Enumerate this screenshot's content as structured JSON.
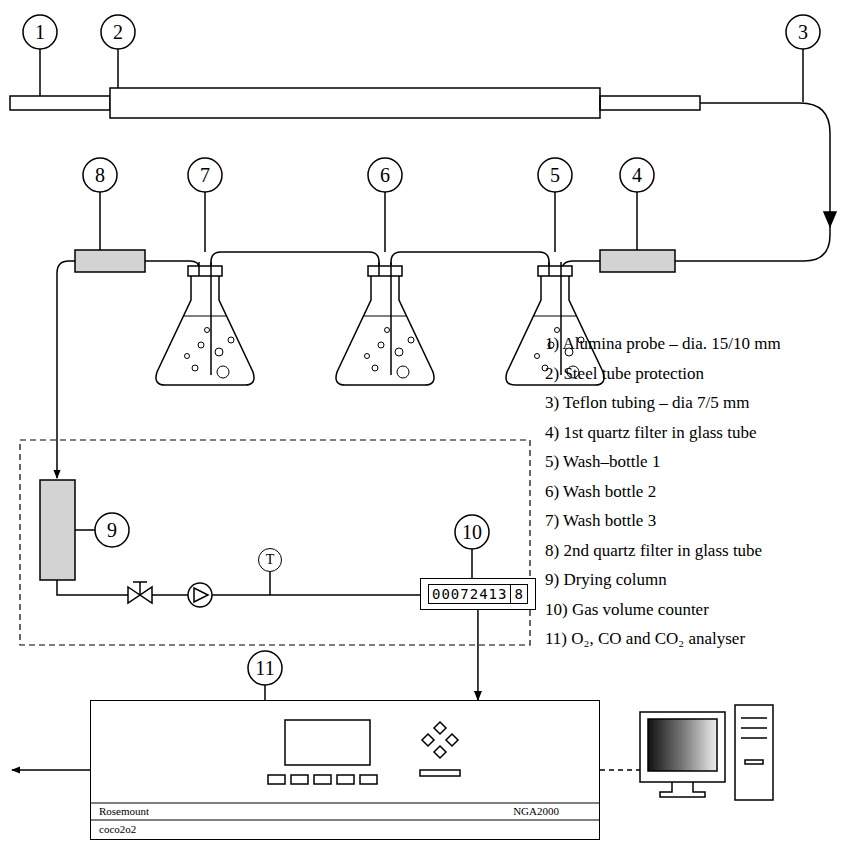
{
  "diagram": {
    "nodes": [
      {
        "text": [
          "T"
        ]
      },
      {
        "text": [
          "00072413",
          "8"
        ]
      },
      {
        "text": [
          "Rosemount",
          "NGA2000",
          "coco2o2"
        ]
      }
    ],
    "edges": [
      {
        "from": 1,
        "to": 2,
        "arrow": "to"
      }
    ],
    "labels": [
      "1",
      "2",
      "3",
      "4",
      "5",
      "6",
      "7",
      "8",
      "9",
      "10",
      "11",
      "1) Alumina probe – dia. 15/10 mm",
      "2) Steel tube protection",
      "3) Teflon tubing – dia 7/5 mm",
      "4) 1st quartz filter in glass tube",
      "5) Wash–bottle 1",
      "6) Wash bottle 2",
      "7) Wash bottle 3",
      "8) 2nd quartz filter in glass tube",
      "9) Drying column",
      "10) Gas volume counter",
      "11) O₂, CO and CO₂ analyser"
    ]
  }
}
